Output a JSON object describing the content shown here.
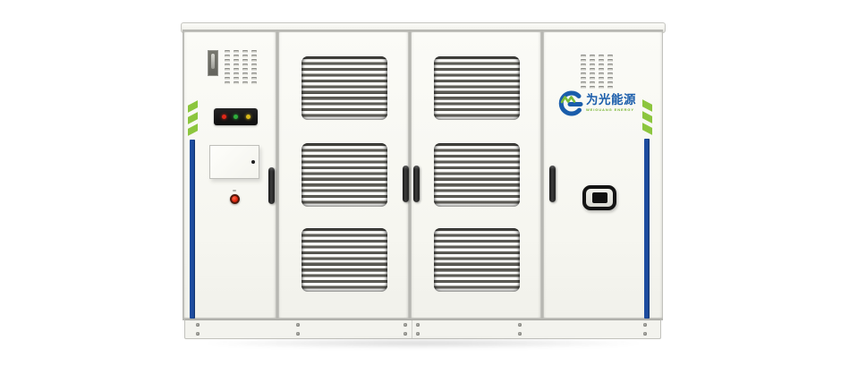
{
  "page": {
    "background": "#ffffff",
    "description": "Front view of white outdoor energy storage / inverter cabinet"
  },
  "brand": {
    "name_cn": "为光能源",
    "name_en": "WEIGUANG ENERGY",
    "logo_blue": "#1a5dab",
    "logo_green": "#7cbd3b"
  },
  "cabinet": {
    "sections": [
      "control-panel",
      "louver-door-left",
      "louver-door-right",
      "logo-panel"
    ],
    "indicator_lights": [
      {
        "name": "red",
        "color": "#e02818"
      },
      {
        "name": "green",
        "color": "#2fae3c"
      },
      {
        "name": "yellow",
        "color": "#d9b91c"
      }
    ],
    "grille": {
      "rows": 8,
      "cols": 4
    },
    "vents_per_door": 3,
    "slats_per_vent": 11,
    "accents": {
      "stripe_blue": "#1d4c9f",
      "chevron_green": "#8cc63e"
    },
    "hardware": {
      "handle_color": "#161616",
      "estop_button_color": "#e02810",
      "lock_color": "#141414",
      "screw_columns": 6
    }
  }
}
